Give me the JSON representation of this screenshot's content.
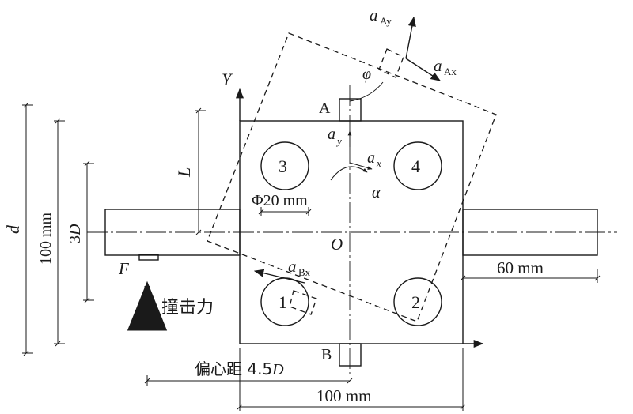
{
  "labels": {
    "axis_y": "Y",
    "point_a": "A",
    "point_b": "B",
    "origin": "O",
    "force_point": "F",
    "circle_1": "1",
    "circle_2": "2",
    "circle_3": "3",
    "circle_4": "4",
    "phi": "φ",
    "alpha": "α",
    "accel_a": "a",
    "accel_ay_sub": "Ay",
    "accel_ax_sub": "Ax",
    "accel_bx_sub": "Bx",
    "accel_y_sub": "y",
    "accel_x_sub": "x"
  },
  "dimensions": {
    "L": "L",
    "d": "d",
    "height_100": "100 mm",
    "three_d_num": "3",
    "three_d_var": "D",
    "hole_dia": "Φ20 mm",
    "shaft_len": "60 mm",
    "width_100": "100 mm",
    "ecc_text": "偏心距 4.5",
    "ecc_var": "D"
  },
  "annotations": {
    "impact_force": "撞击力"
  }
}
